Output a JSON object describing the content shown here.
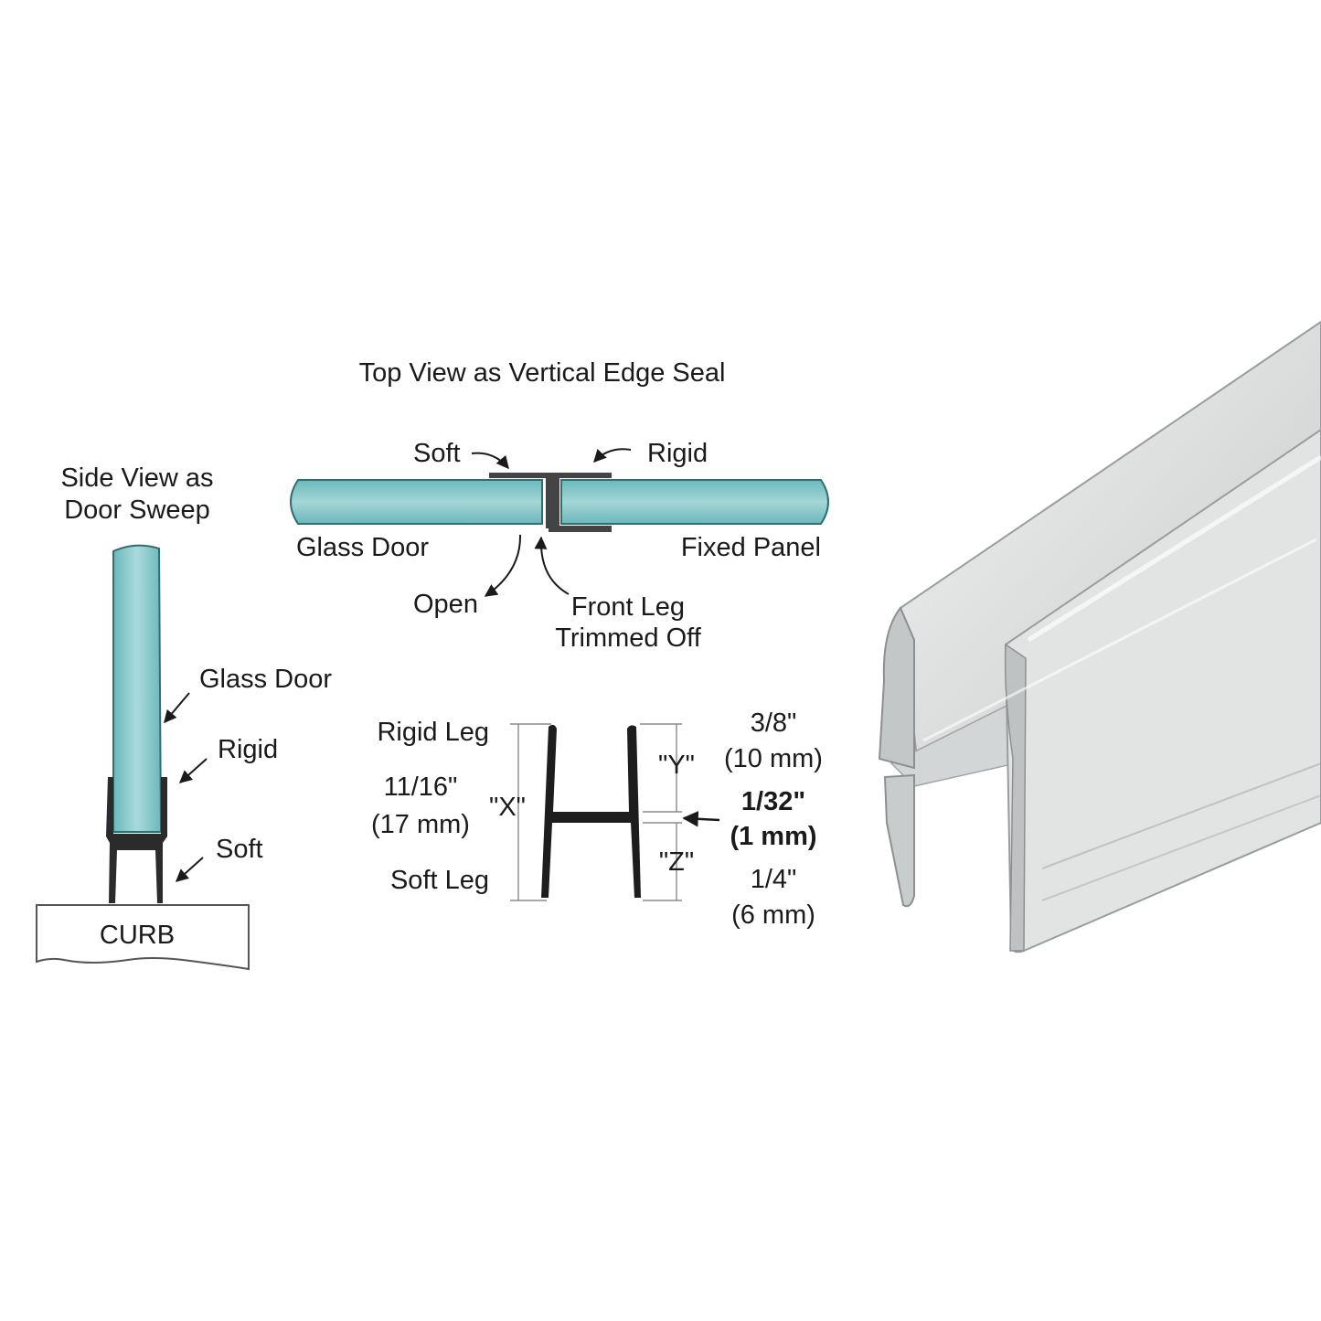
{
  "top_view": {
    "title": "Top View as Vertical Edge Seal",
    "soft": "Soft",
    "rigid": "Rigid",
    "glass_door": "Glass Door",
    "fixed_panel": "Fixed Panel",
    "open": "Open",
    "front_leg_line1": "Front Leg",
    "front_leg_line2": "Trimmed Off"
  },
  "side_view": {
    "title_line1": "Side View as",
    "title_line2": "Door Sweep",
    "glass_door": "Glass Door",
    "rigid": "Rigid",
    "soft": "Soft",
    "curb": "CURB"
  },
  "profile": {
    "rigid_leg": "Rigid Leg",
    "soft_leg": "Soft Leg",
    "x_fraction": "11/16\"",
    "x_mm": "(17 mm)",
    "x_tag": "\"X\"",
    "y_tag": "\"Y\"",
    "z_tag": "\"Z\"",
    "y_fraction": "3/8\"",
    "y_mm": "(10 mm)",
    "web_fraction": "1/32\"",
    "web_mm": "(1 mm)",
    "z_fraction": "1/4\"",
    "z_mm": "(6 mm)"
  },
  "colors": {
    "glass": "#7fc3c6",
    "glass_light": "#a9dadb",
    "seal": "#3a3a3a",
    "product_gray": "#b9bcbc"
  }
}
